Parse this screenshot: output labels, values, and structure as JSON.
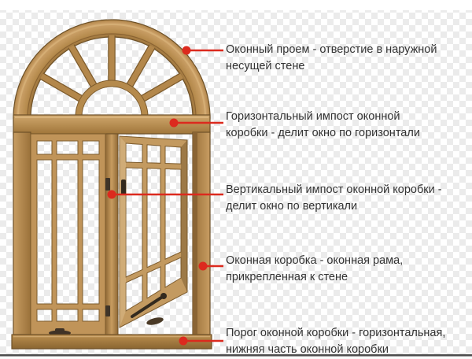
{
  "diagram": {
    "accent_color": "#dc2a1e",
    "text_color": "#333333",
    "background_checker_light": "#ffffff",
    "background_checker_dark": "#ebebeb",
    "wood_color": "#b78b4d",
    "bottom_rule_color": "#4d4d4d",
    "labels": [
      {
        "line1": "Оконный проем - отверстие в наружной",
        "line2": "несущей стене"
      },
      {
        "line1": "Горизонтальный импост оконной",
        "line2": "коробки - делит окно по горизонтали"
      },
      {
        "line1": "Вертикальный импост оконной коробки -",
        "line2": "делит окно по вертикали"
      },
      {
        "line1": "Оконная коробка - оконная рама,",
        "line2": "прикрепленная к стене"
      },
      {
        "line1": "Порог оконной коробки - горизонтальная,",
        "line2": "нижняя часть оконной коробки"
      }
    ]
  }
}
